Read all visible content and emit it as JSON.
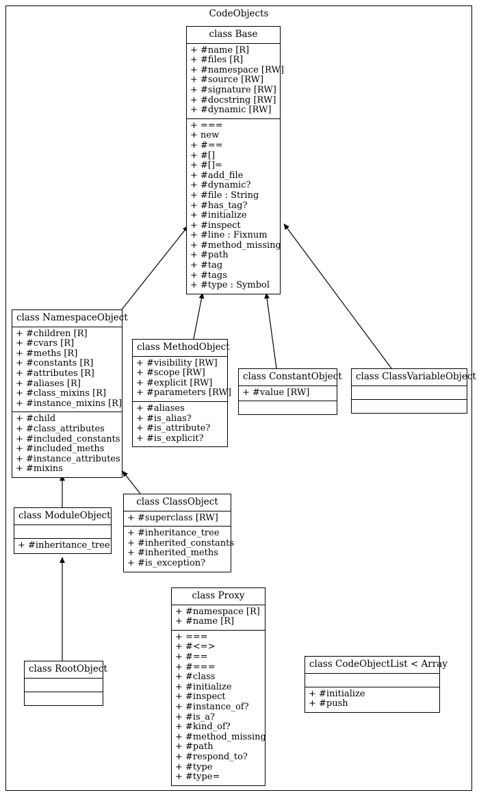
{
  "diagram": {
    "title": "CodeObjects",
    "type": "uml-class-diagram"
  },
  "classes": {
    "base": {
      "name": "class Base",
      "attributes": [
        "+ #name [R]",
        "+ #files [R]",
        "+ #namespace [RW]",
        "+ #source [RW]",
        "+ #signature [RW]",
        "+ #docstring [RW]",
        "+ #dynamic [RW]"
      ],
      "methods": [
        "+ ===",
        "+ new",
        "+ #==",
        "+ #[]",
        "+ #[]=",
        "+ #add_file",
        "+ #dynamic?",
        "+ #file : String",
        "+ #has_tag?",
        "+ #initialize",
        "+ #inspect",
        "+ #line : Fixnum",
        "+ #method_missing",
        "+ #path",
        "+ #tag",
        "+ #tags",
        "+ #type : Symbol"
      ]
    },
    "namespace_object": {
      "name": "class NamespaceObject",
      "attributes": [
        "+ #children [R]",
        "+ #cvars [R]",
        "+ #meths [R]",
        "+ #constants [R]",
        "+ #attributes [R]",
        "+ #aliases [R]",
        "+ #class_mixins [R]",
        "+ #instance_mixins [R]"
      ],
      "methods": [
        "+ #child",
        "+ #class_attributes",
        "+ #included_constants",
        "+ #included_meths",
        "+ #instance_attributes",
        "+ #mixins"
      ]
    },
    "method_object": {
      "name": "class MethodObject",
      "attributes": [
        "+ #visibility [RW]",
        "+ #scope [RW]",
        "+ #explicit [RW]",
        "+ #parameters [RW]"
      ],
      "methods": [
        "+ #aliases",
        "+ #is_alias?",
        "+ #is_attribute?",
        "+ #is_explicit?"
      ]
    },
    "constant_object": {
      "name": "class ConstantObject",
      "attributes": [
        "+ #value [RW]"
      ],
      "methods": []
    },
    "class_variable_object": {
      "name": "class ClassVariableObject",
      "attributes": [],
      "methods": []
    },
    "module_object": {
      "name": "class ModuleObject",
      "attributes": [],
      "methods": [
        "+ #inheritance_tree"
      ]
    },
    "class_object": {
      "name": "class ClassObject",
      "attributes": [
        "+ #superclass [RW]"
      ],
      "methods": [
        "+ #inheritance_tree",
        "+ #inherited_constants",
        "+ #inherited_meths",
        "+ #is_exception?"
      ]
    },
    "root_object": {
      "name": "class RootObject",
      "attributes": [],
      "methods": []
    },
    "proxy": {
      "name": "class Proxy",
      "attributes": [
        "+ #namespace [R]",
        "+ #name [R]"
      ],
      "methods": [
        "+ ===",
        "+ #<=>",
        "+ #==",
        "+ #===",
        "+ #class",
        "+ #initialize",
        "+ #inspect",
        "+ #instance_of?",
        "+ #is_a?",
        "+ #kind_of?",
        "+ #method_missing",
        "+ #path",
        "+ #respond_to?",
        "+ #type",
        "+ #type="
      ]
    },
    "code_object_list": {
      "name": "class CodeObjectList < Array",
      "attributes": [],
      "methods": [
        "+ #initialize",
        "+ #push"
      ]
    }
  },
  "relationships": [
    {
      "from": "namespace_object",
      "to": "base",
      "kind": "generalization"
    },
    {
      "from": "method_object",
      "to": "base",
      "kind": "generalization"
    },
    {
      "from": "constant_object",
      "to": "base",
      "kind": "generalization"
    },
    {
      "from": "class_variable_object",
      "to": "base",
      "kind": "generalization"
    },
    {
      "from": "module_object",
      "to": "namespace_object",
      "kind": "generalization"
    },
    {
      "from": "class_object",
      "to": "namespace_object",
      "kind": "generalization"
    },
    {
      "from": "root_object",
      "to": "module_object",
      "kind": "generalization"
    }
  ],
  "style": {
    "line_color": "#000000",
    "box_fill": "#ffffff",
    "text_color": "#000000"
  }
}
